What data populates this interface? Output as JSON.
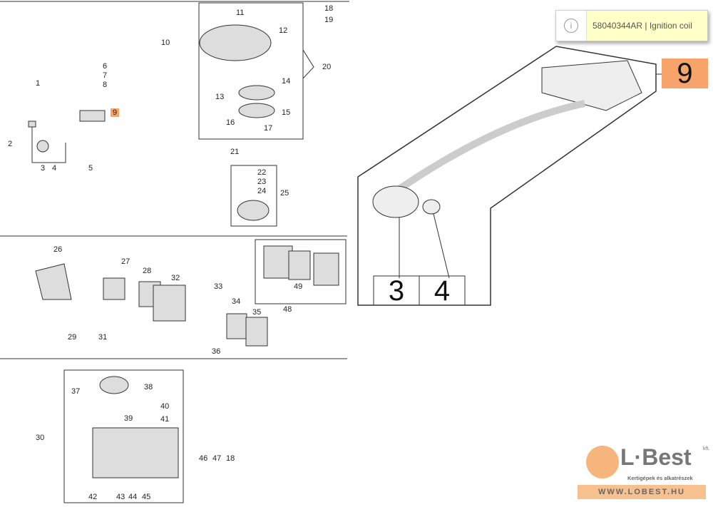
{
  "tooltip": {
    "icon": "info-icon",
    "text": "58040344AR | Ignition coil"
  },
  "labels": [
    "1",
    "2",
    "3",
    "4",
    "5",
    "6",
    "7",
    "8",
    "9",
    "10",
    "11",
    "12",
    "13",
    "14",
    "15",
    "16",
    "17",
    "18",
    "19",
    "20",
    "21",
    "22",
    "23",
    "24",
    "25",
    "26",
    "27",
    "28",
    "29",
    "31",
    "32",
    "33",
    "34",
    "35",
    "36",
    "48",
    "49",
    "30",
    "37",
    "38",
    "39",
    "40",
    "41",
    "42",
    "43",
    "44",
    "45",
    "46",
    "47",
    "18"
  ],
  "zoom_view": {
    "highlight": "9",
    "parts": [
      "3",
      "4"
    ]
  },
  "logo": {
    "brand": "L·Best",
    "suffix": "kft.",
    "tagline": "Kertigépek és alkatrészek",
    "url": "WWW.LOBEST.HU"
  },
  "colors": {
    "highlight": "#f7a36a",
    "tooltip_bg": "#ffffc8"
  }
}
